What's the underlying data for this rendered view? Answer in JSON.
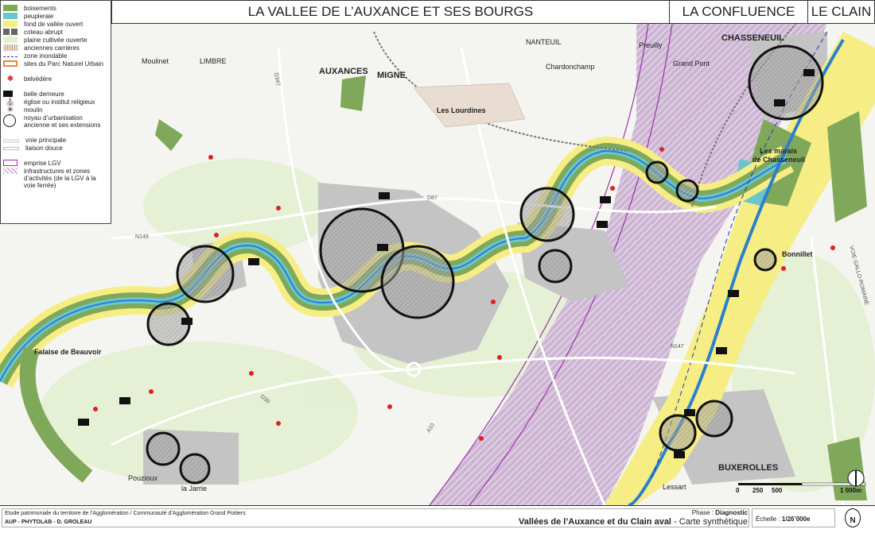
{
  "header": {
    "title_main": "LA VALLEE DE L’AUXANCE ET SES BOURGS",
    "title_confluence": "LA CONFLUENCE",
    "title_clain": "LE CLAIN"
  },
  "legend": {
    "items": [
      {
        "label": "boisements",
        "color": "#7fa85a"
      },
      {
        "label": "peupleraie",
        "color": "#6cc6c9"
      },
      {
        "label": "fond de vallée ouvert",
        "color": "#f6ee84"
      },
      {
        "label": "coteau abrupt",
        "color": "#666666"
      },
      {
        "label": "plaine cultivée ouverte",
        "color": "#e3efd0"
      },
      {
        "label": "anciennes carrières",
        "color": "#e8ddd0"
      },
      {
        "label": "zone inondable",
        "color": "#2233aa"
      },
      {
        "label": "sites du Parc Naturel Urbain",
        "color": "#e8883a"
      },
      {
        "label": "belvédère",
        "color": "#dd2222"
      },
      {
        "label": "belle demeure",
        "color": "#111111"
      },
      {
        "label": "église ou institut religieux",
        "color": "#111111"
      },
      {
        "label": "moulin",
        "color": "#111111"
      },
      {
        "label": "noyau d’urbanisation ancienne et ses extensions",
        "color": "#111111"
      },
      {
        "label": "voie principale",
        "color": "#dddddd"
      },
      {
        "label": "liaison douce",
        "color": "#cccccc"
      },
      {
        "label": "emprise LGV",
        "color": "#9933aa"
      },
      {
        "label": "infrastructures  et zones d’activités (de la LGV à la voie ferrée)",
        "color": "#d8b8de"
      }
    ]
  },
  "places": {
    "moulinet": "Moulinet",
    "limbre": "LIMBRE",
    "auxances": "AUXANCES",
    "migne": "MIGNE",
    "nanteuil": "NANTEUIL",
    "chardonchamp": "Chardonchamp",
    "preuilly": "Preuilly",
    "grand_pont": "Grand Pont",
    "chasseneuil": "CHASSENEUIL",
    "lourdines": "Les Lourdines",
    "marais_1": "Les marais",
    "marais_2": "de Chasseneuil",
    "bonnillet": "Bonnillet",
    "falaise": "Falaise de Beauvoir",
    "pouzioux": "Pouzioux",
    "jarrie": "la Jarrie",
    "lessart": "Lessart",
    "buxerolles": "BUXEROLLES"
  },
  "roads": {
    "d347": "D347",
    "d87": "D87",
    "n149": "N149",
    "n147": "N147",
    "d30": "D30",
    "a10": "A10",
    "gallo": "VOIE GALLO-ROMAINE"
  },
  "scale": {
    "s0": "0",
    "s1": "250",
    "s2": "500",
    "s3": "1 000m"
  },
  "footer": {
    "study": "Etude patrimoniale du territoire de l’Agglomération / Communauté d’Agglomération Grand Poitiers",
    "authors": "AUP - PHYTOLAB - D. GROLEAU",
    "phase_label": "Phase : ",
    "phase_value": "Diagnostic",
    "title_bold": "Vallées de l’Auxance et du Clain aval",
    "title_rest": " - Carte synthétique",
    "scale_label": "Échelle : ",
    "scale_value": "1/26’000e",
    "north": "N"
  }
}
